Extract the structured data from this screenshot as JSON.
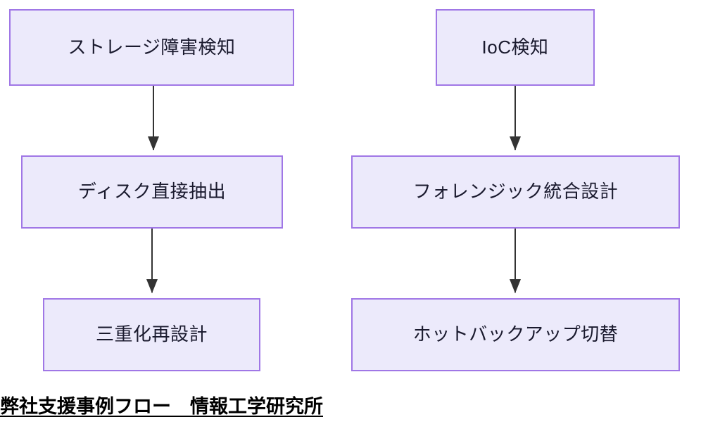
{
  "diagram": {
    "type": "flowchart",
    "orientation": "top-to-bottom",
    "background_color": "#FFFFFF",
    "node_fill_color": "#ECEAFB",
    "node_border_color": "#A077E6",
    "node_text_color": "#1A1A2E",
    "edge_color": "#333333",
    "columns": [
      {
        "name": "storage-recovery-flow",
        "nodes": [
          {
            "id": "storage-fault",
            "label": "ストレージ障害検知"
          },
          {
            "id": "disk-extract",
            "label": "ディスク直接抽出"
          },
          {
            "id": "triplicate",
            "label": "三重化再設計"
          }
        ]
      },
      {
        "name": "forensic-flow",
        "nodes": [
          {
            "id": "ioc-detect",
            "label": "IoC検知"
          },
          {
            "id": "forensic-design",
            "label": "フォレンジック統合設計"
          },
          {
            "id": "hot-backup",
            "label": "ホットバックアップ切替"
          }
        ]
      }
    ],
    "edges": [
      {
        "from": "storage-fault",
        "to": "disk-extract",
        "label": ""
      },
      {
        "from": "disk-extract",
        "to": "triplicate",
        "label": ""
      },
      {
        "from": "ioc-detect",
        "to": "forensic-design",
        "label": ""
      },
      {
        "from": "forensic-design",
        "to": "hot-backup",
        "label": ""
      }
    ]
  },
  "caption": {
    "text": "弊社支援事例フロー　情報工学研究所"
  }
}
